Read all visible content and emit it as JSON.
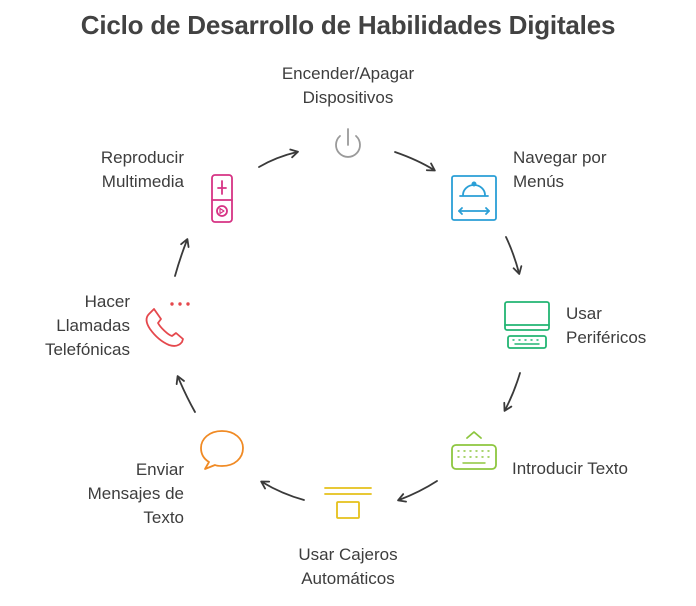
{
  "title": "Ciclo de Desarrollo de Habilidades Digitales",
  "steps": [
    {
      "id": "power",
      "line1": "Encender/Apagar",
      "line2": "Dispositivos",
      "icon": "power-icon",
      "color": "#9a9a9a"
    },
    {
      "id": "menus",
      "line1": "Navegar por",
      "line2": "Menús",
      "icon": "menu-tray-icon",
      "color": "#2a9fd6"
    },
    {
      "id": "peripherals",
      "line1": "Usar",
      "line2": "Periféricos",
      "icon": "computer-keyboard-icon",
      "color": "#22b573"
    },
    {
      "id": "text",
      "line1": "Introducir Texto",
      "line2": "",
      "icon": "keyboard-icon",
      "color": "#8dc63f"
    },
    {
      "id": "atm",
      "line1": "Usar Cajeros",
      "line2": "Automáticos",
      "icon": "atm-icon",
      "color": "#e5c01a"
    },
    {
      "id": "messages",
      "line1": "Enviar",
      "line2": "Mensajes de",
      "line3": "Texto",
      "icon": "chat-bubble-icon",
      "color": "#f08a24"
    },
    {
      "id": "calls",
      "line1": "Hacer",
      "line2": "Llamadas",
      "line3": "Telefónicas",
      "icon": "phone-call-icon",
      "color": "#e5484d"
    },
    {
      "id": "media",
      "line1": "Reproducir",
      "line2": "Multimedia",
      "icon": "media-player-icon",
      "color": "#d63384"
    }
  ]
}
